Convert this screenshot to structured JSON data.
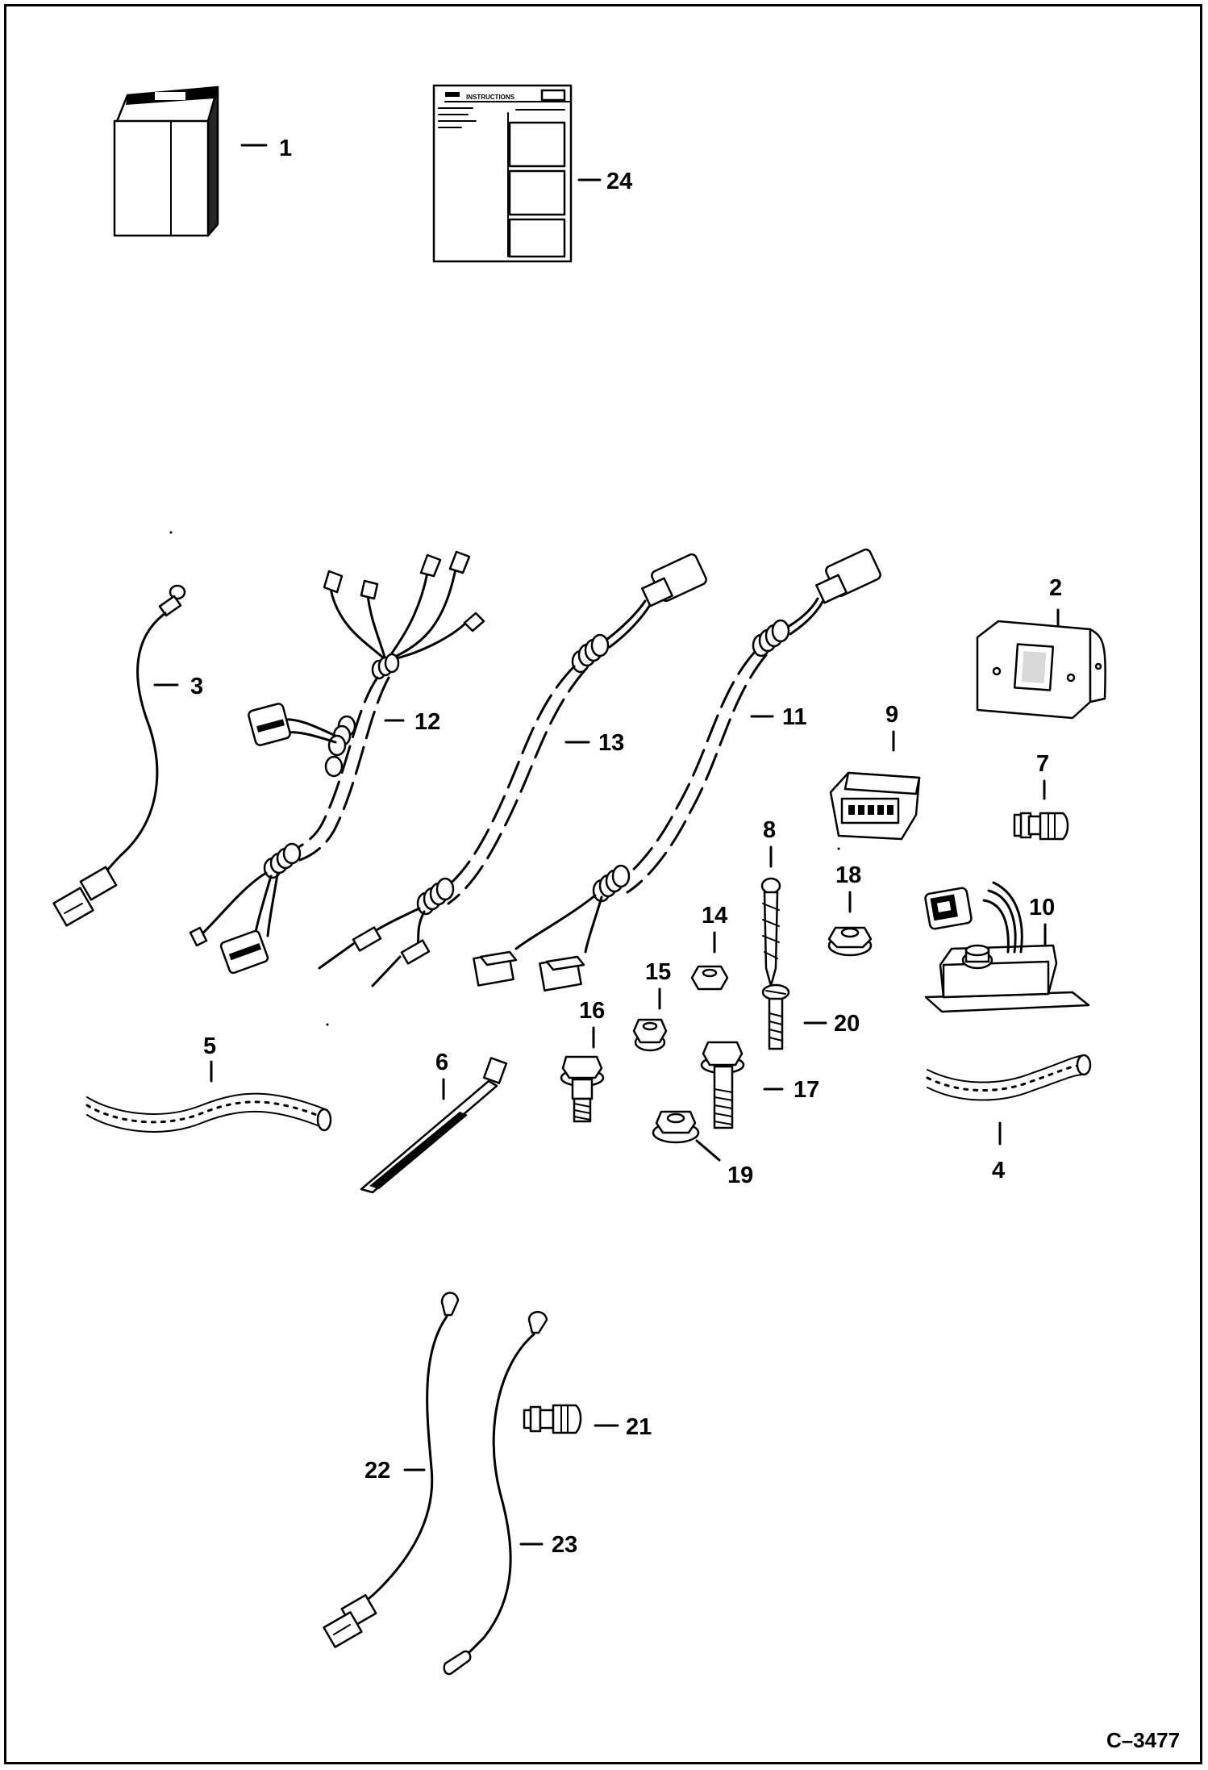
{
  "diagram": {
    "figure_code": "C–3477",
    "manual_text": {
      "title": "INSTRUCTIONS"
    },
    "callouts": [
      {
        "id": "c1",
        "text": "1"
      },
      {
        "id": "c2",
        "text": "2"
      },
      {
        "id": "c3",
        "text": "3"
      },
      {
        "id": "c4",
        "text": "4"
      },
      {
        "id": "c5",
        "text": "5"
      },
      {
        "id": "c6",
        "text": "6"
      },
      {
        "id": "c7",
        "text": "7"
      },
      {
        "id": "c8",
        "text": "8"
      },
      {
        "id": "c9",
        "text": "9"
      },
      {
        "id": "c10",
        "text": "10"
      },
      {
        "id": "c11",
        "text": "11"
      },
      {
        "id": "c12",
        "text": "12"
      },
      {
        "id": "c13",
        "text": "13"
      },
      {
        "id": "c14",
        "text": "14"
      },
      {
        "id": "c15",
        "text": "15"
      },
      {
        "id": "c16",
        "text": "16"
      },
      {
        "id": "c17",
        "text": "17"
      },
      {
        "id": "c18",
        "text": "18"
      },
      {
        "id": "c19",
        "text": "19"
      },
      {
        "id": "c20",
        "text": "20"
      },
      {
        "id": "c21",
        "text": "21"
      },
      {
        "id": "c22",
        "text": "22"
      },
      {
        "id": "c23",
        "text": "23"
      },
      {
        "id": "c24",
        "text": "24"
      }
    ]
  }
}
